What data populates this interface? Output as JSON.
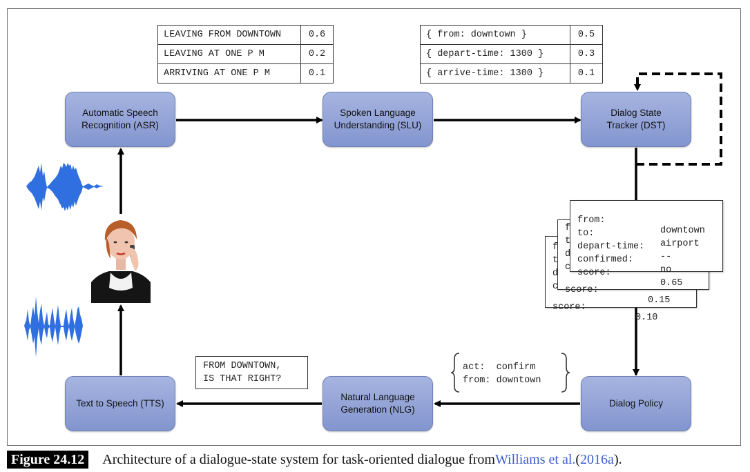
{
  "nodes": {
    "asr": "Automatic Speech\nRecognition (ASR)",
    "slu": "Spoken Language\nUnderstanding (SLU)",
    "dst": "Dialog State\nTracker (DST)",
    "policy": "Dialog Policy",
    "nlg": "Natural Language\nGeneration (NLG)",
    "tts": "Text to Speech (TTS)"
  },
  "asr_hypotheses": [
    {
      "text": "LEAVING FROM DOWNTOWN",
      "score": "0.6"
    },
    {
      "text": "LEAVING AT ONE P M",
      "score": "0.2"
    },
    {
      "text": "ARRIVING AT ONE P M",
      "score": "0.1"
    }
  ],
  "slu_hypotheses": [
    {
      "text": "{ from: downtown }",
      "score": "0.5"
    },
    {
      "text": "{ depart-time: 1300 }",
      "score": "0.3"
    },
    {
      "text": "{ arrive-time: 1300 }",
      "score": "0.1"
    }
  ],
  "dst_front_card": {
    "rows": [
      {
        "key": "from:",
        "value": "downtown"
      },
      {
        "key": "to:",
        "value": "airport"
      },
      {
        "key": "depart-time:",
        "value": "--"
      },
      {
        "key": "confirmed:",
        "value": "no"
      },
      {
        "key": "score:",
        "value": "0.65"
      }
    ]
  },
  "dst_middle_card": {
    "peek": [
      "f",
      "t",
      "d",
      "c"
    ],
    "score_label": "score:",
    "score_value": "0.15"
  },
  "dst_back_card": {
    "peek": [
      "f",
      "t",
      "d",
      "c"
    ],
    "score_label": "score:",
    "score_value": "0.10"
  },
  "policy_act": {
    "line1": "act:  confirm",
    "line2": "from: downtown"
  },
  "nlg_output": "FROM DOWNTOWN,\nIS THAT RIGHT?",
  "caption": {
    "label": "Figure 24.12",
    "text": "Architecture of a dialogue-state system for task-oriented dialogue from ",
    "authors": "Williams et al.",
    "year_open": " (",
    "year": "2016a",
    "year_close": ")."
  },
  "colors": {
    "node_fill_top": "#a6b4e0",
    "node_fill_bottom": "#8395cf",
    "waveform": "#2f6fe0",
    "link": "#3a5fcd"
  },
  "icons": [
    "waveform-input-icon",
    "waveform-output-icon",
    "user-photo"
  ]
}
